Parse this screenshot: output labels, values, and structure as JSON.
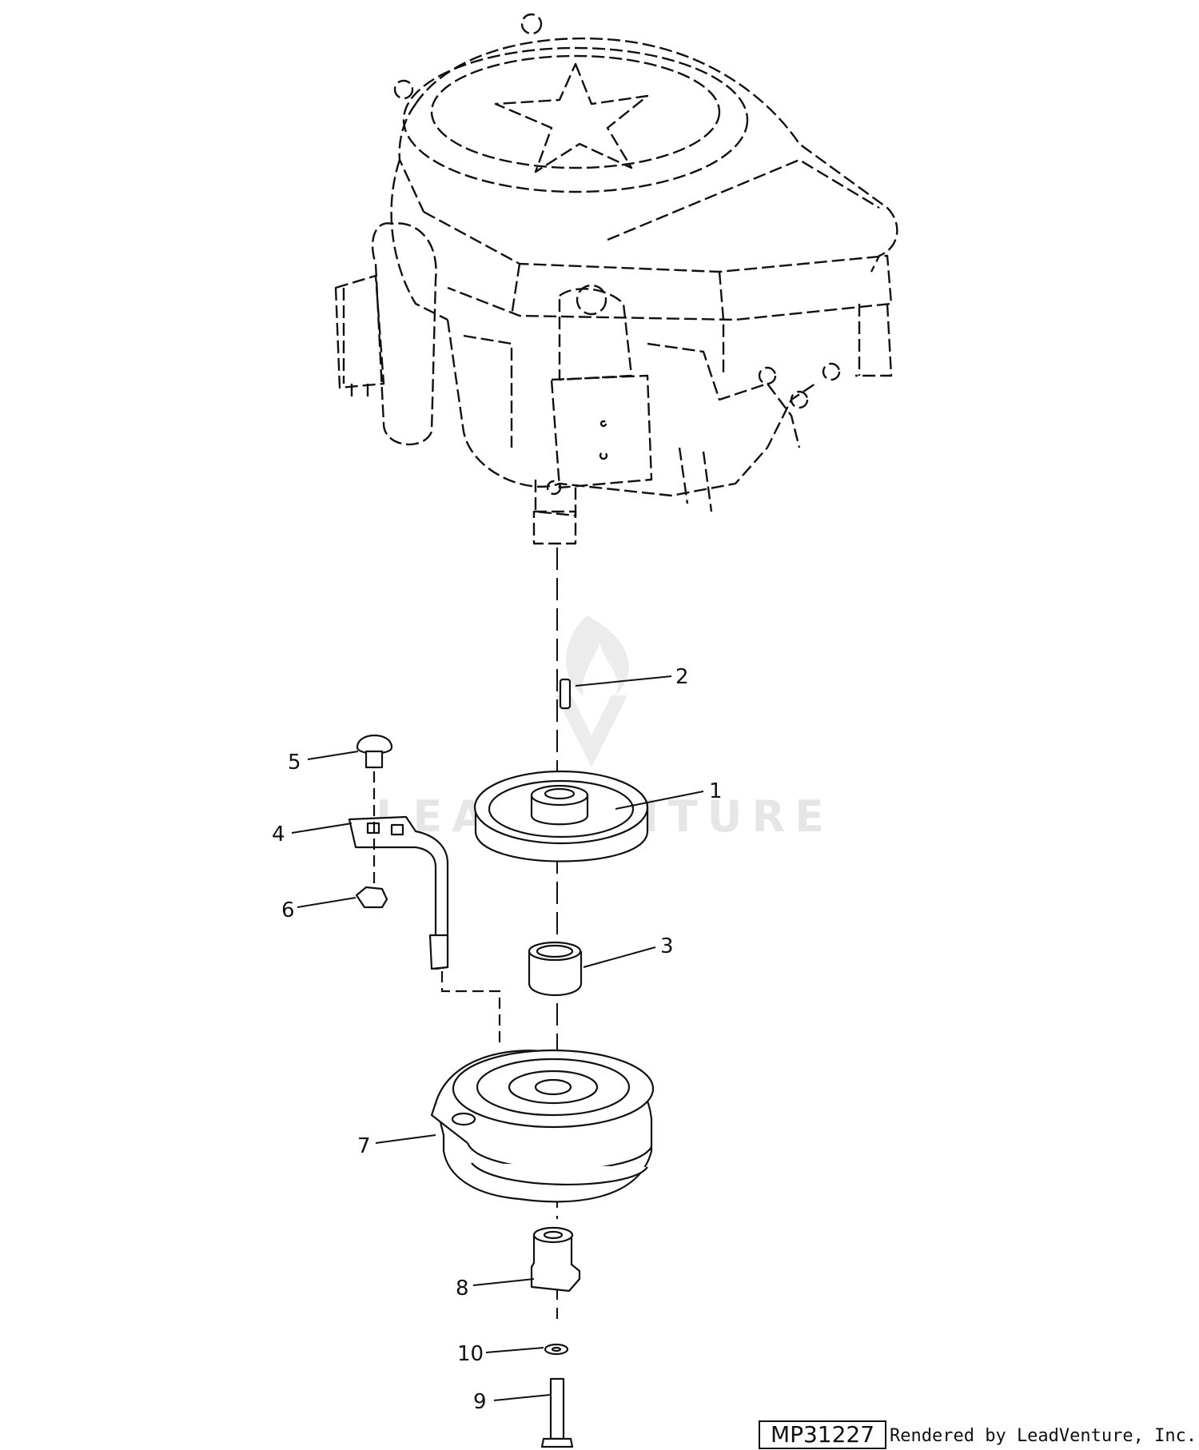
{
  "callouts": [
    {
      "id": "1",
      "label": "1"
    },
    {
      "id": "2",
      "label": "2"
    },
    {
      "id": "3",
      "label": "3"
    },
    {
      "id": "4",
      "label": "4"
    },
    {
      "id": "5",
      "label": "5"
    },
    {
      "id": "6",
      "label": "6"
    },
    {
      "id": "7",
      "label": "7"
    },
    {
      "id": "8",
      "label": "8"
    },
    {
      "id": "9",
      "label": "9"
    },
    {
      "id": "10",
      "label": "10"
    }
  ],
  "diagram_id": "MP31227",
  "credit": "Rendered by LeadVenture, Inc.",
  "watermark": "LEADVENTURE"
}
